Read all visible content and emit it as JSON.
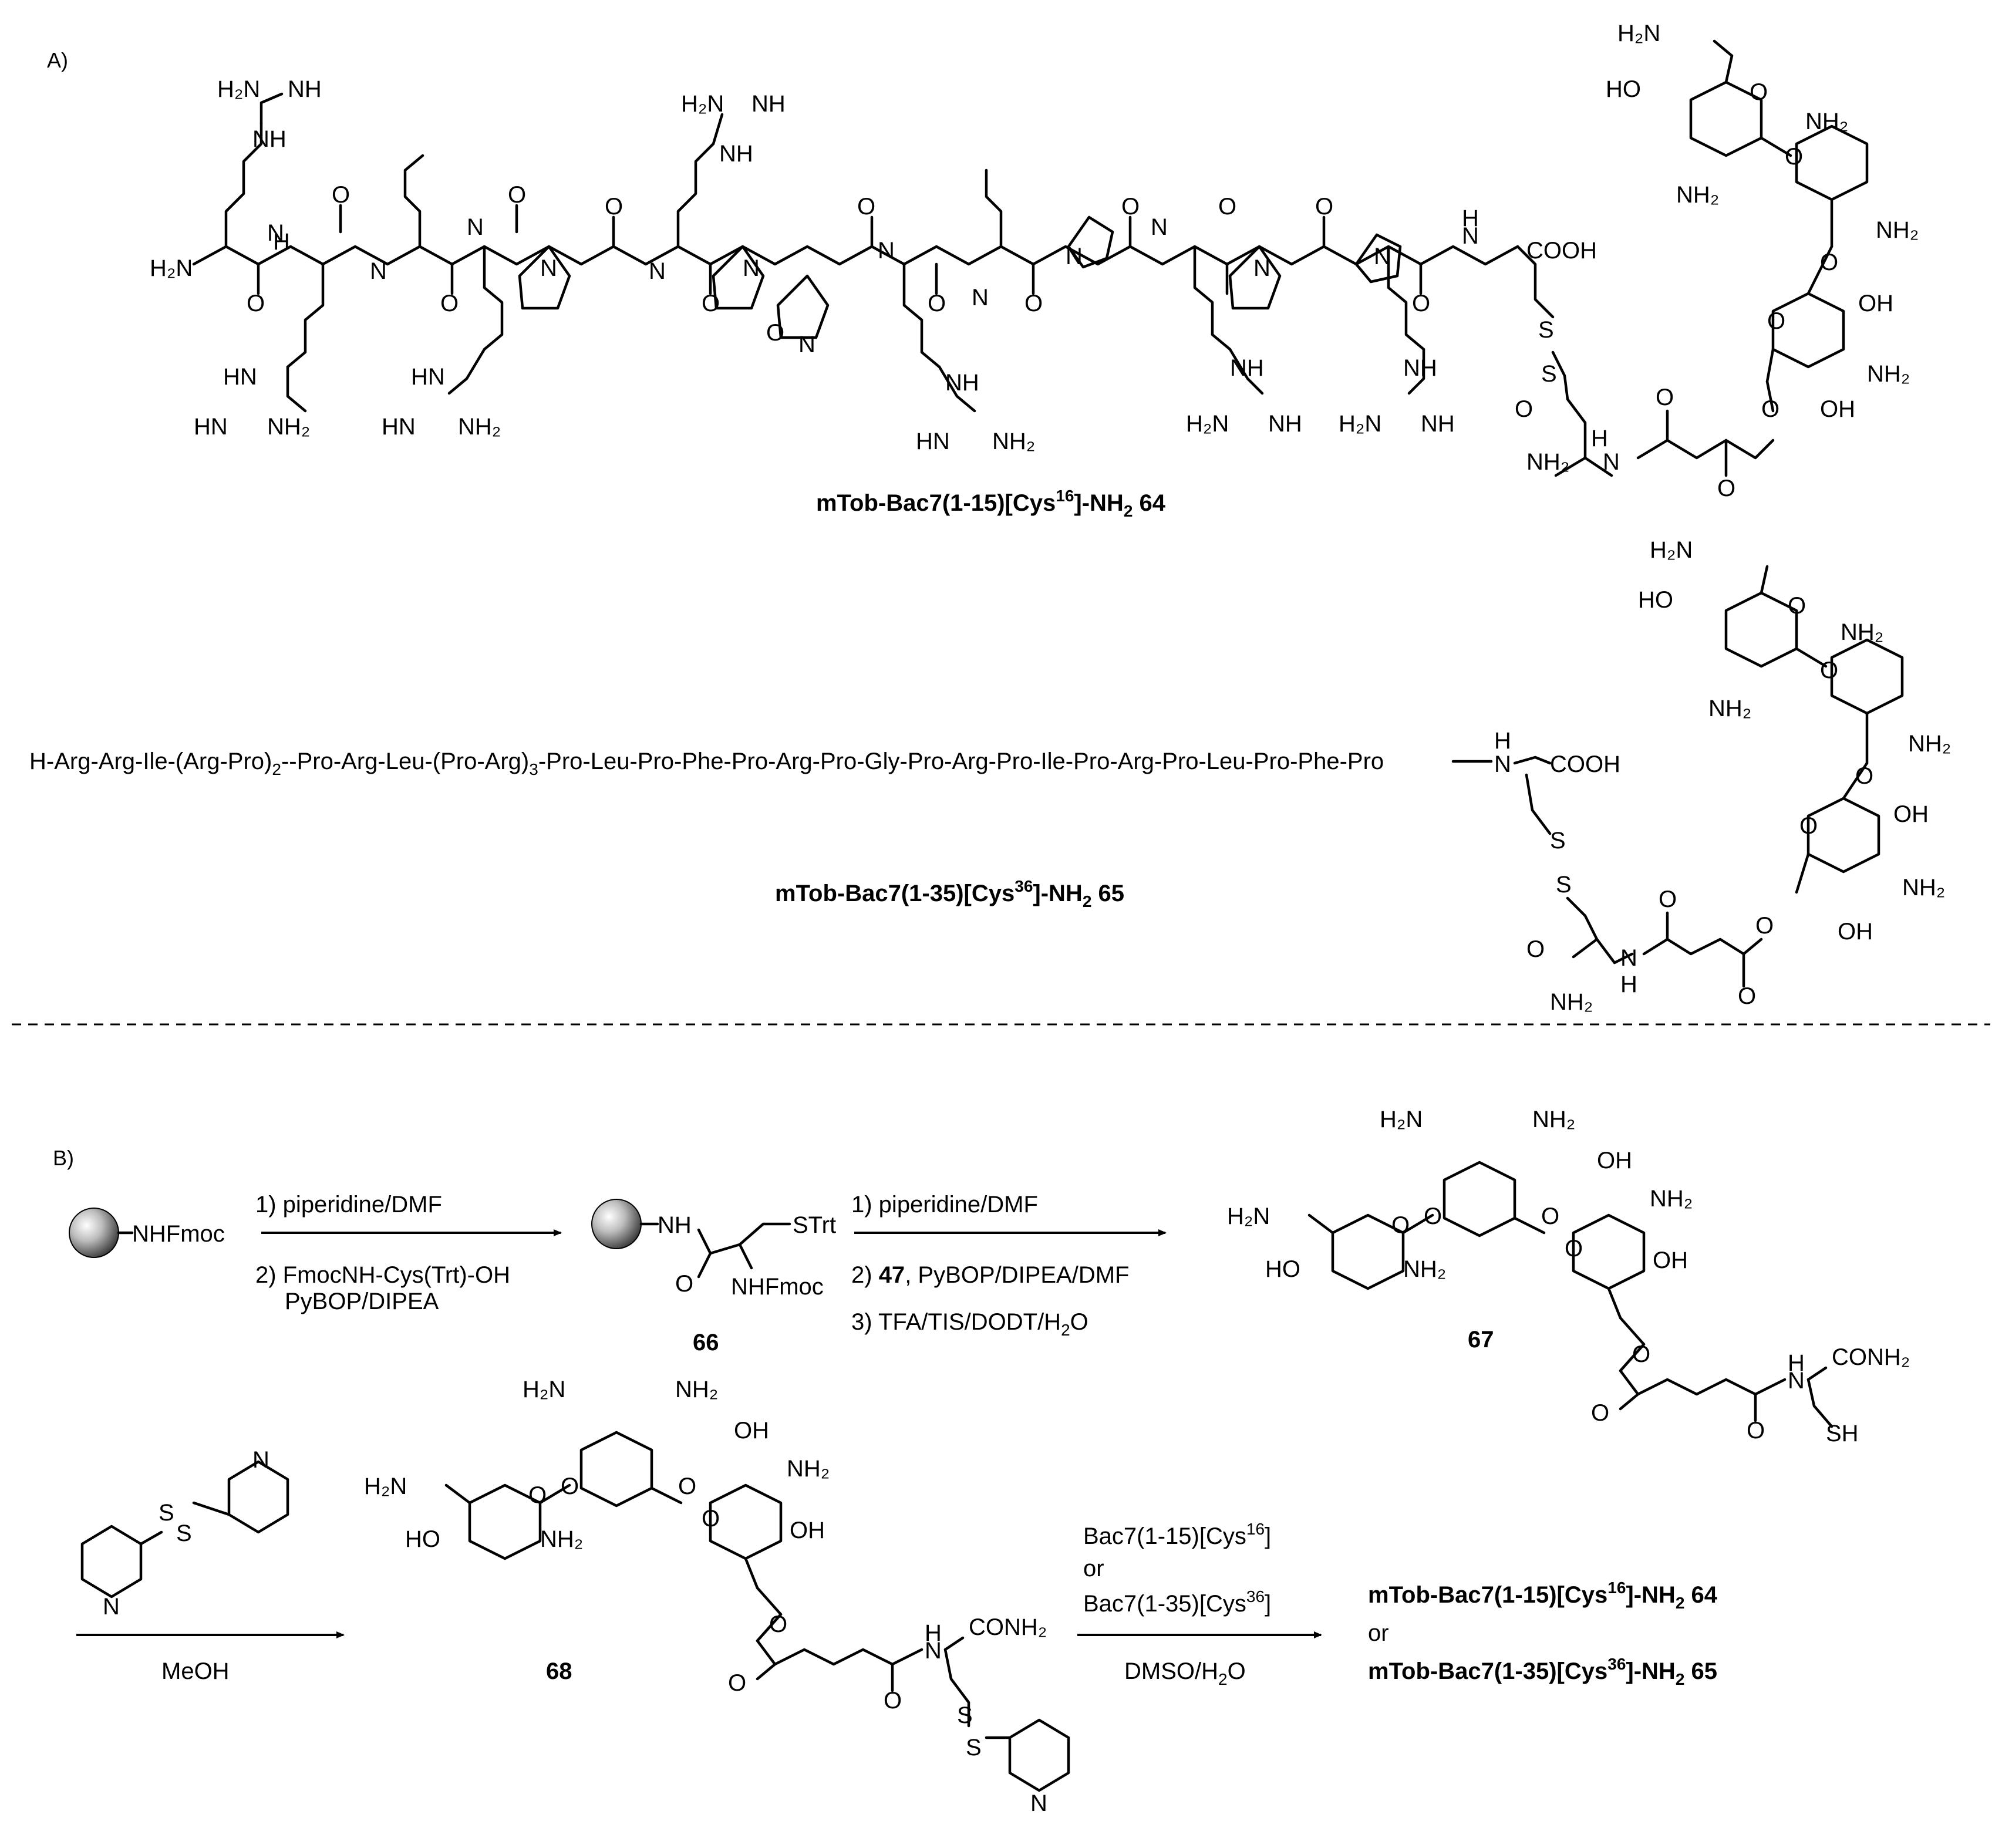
{
  "panel_a": {
    "label": "A)",
    "compound_64_caption": "mTob-Bac7(1-15)[Cys",
    "compound_64_sup": "16",
    "compound_64_tail": "]-NH",
    "compound_64_sub": "2",
    "compound_64_num": "64",
    "peptide_65_sequence": "H-Arg-Arg-Ile-(Arg-Pro)",
    "peptide_65_sub1": "2",
    "peptide_65_mid": "--Pro-Arg-Leu-(Pro-Arg)",
    "peptide_65_sub2": "3",
    "peptide_65_end": "-Pro-Leu-Pro-Phe-Pro-Arg-Pro-Gly-Pro-Arg-Pro-Ile-Pro-Arg-Pro-Leu-Pro-Phe-Pro",
    "compound_65_caption": "mTob-Bac7(1-35)[Cys",
    "compound_65_sup": "36",
    "compound_65_tail": "]-NH",
    "compound_65_sub": "2",
    "compound_65_num": "65"
  },
  "panel_b": {
    "label": "B)",
    "resin_group": "NHFmoc",
    "step1_cond1": "1) piperidine/DMF",
    "step1_cond2": "2) FmocNH-Cys(Trt)-OH",
    "step1_cond3": "PyBOP/DIPEA",
    "cmpd66_num": "66",
    "cmpd66_str": "STrt",
    "cmpd66_fmoc": "NHFmoc",
    "step2_cond1": "1) piperidine/DMF",
    "step2_cond2_pre": "2) ",
    "step2_cond2_bold": "47",
    "step2_cond2_post": ", PyBOP/DIPEA/DMF",
    "step2_cond3": "3) TFA/TIS/DODT/H",
    "step2_cond3_sub": "2",
    "step2_cond3_end": "O",
    "cmpd67_num": "67",
    "step3_cond": "MeOH",
    "cmpd68_num": "68",
    "step4_cond1": "Bac7(1-15)[Cys",
    "step4_cond1_sup": "16",
    "step4_or": "or",
    "step4_cond2": "Bac7(1-35)[Cys",
    "step4_cond2_sup": "36",
    "step4_cond3": "DMSO/H",
    "step4_cond3_sub": "2",
    "step4_cond3_end": "O",
    "product1": "mTob-Bac7(1-15)[Cys",
    "product1_sup": "16",
    "product1_tail": "]-NH",
    "product1_sub": "2",
    "product1_num": "64",
    "product_or": "or",
    "product2": "mTob-Bac7(1-35)[Cys",
    "product2_sup": "36",
    "product2_tail": "]-NH",
    "product2_sub": "2",
    "product2_num": "65"
  },
  "atoms": {
    "h2n": "H₂N",
    "nh": "NH",
    "nh2": "NH₂",
    "hn": "HN",
    "h": "H",
    "n": "N",
    "o": "O",
    "oh": "OH",
    "ho": "HO",
    "s": "S",
    "sh": "SH",
    "cooh": "COOH",
    "conh2": "CONH₂"
  },
  "colors": {
    "ink": "#000000",
    "bead_light": "#e6e6e6",
    "bead_dark": "#4a4a4a"
  }
}
